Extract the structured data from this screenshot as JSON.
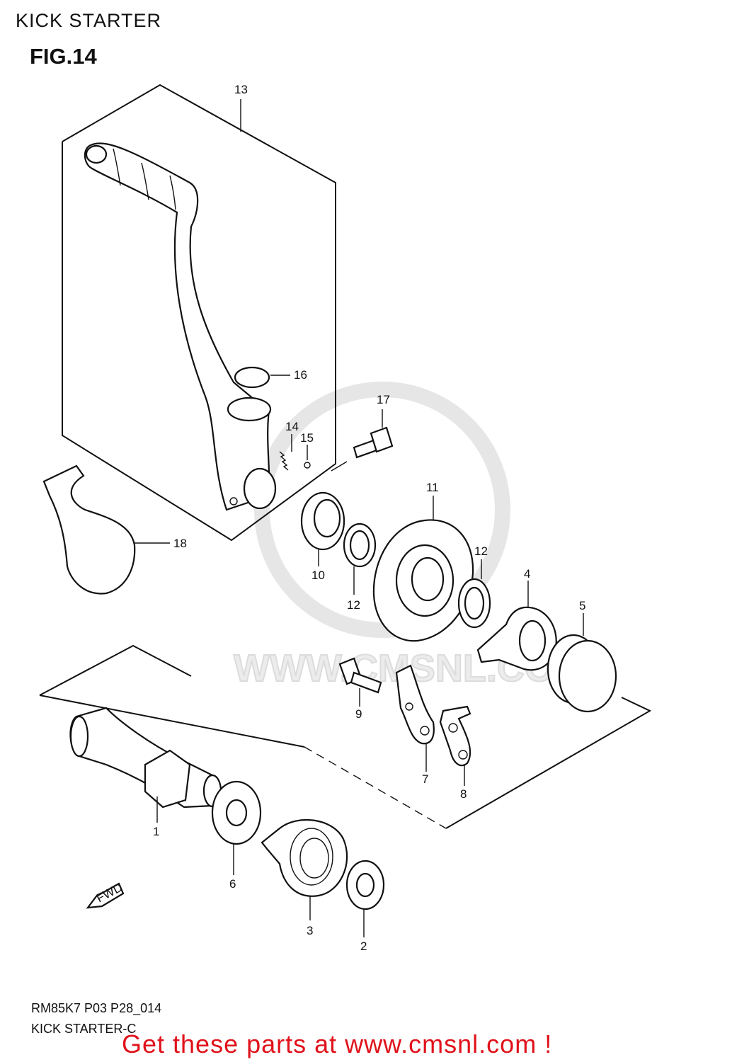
{
  "header": {
    "section_title": "KICK STARTER",
    "figure_label": "FIG.14"
  },
  "footer": {
    "code": "RM85K7 P03 P28_014",
    "subtitle": "KICK STARTER-C"
  },
  "cta": {
    "text": "Get these parts at www.cmsnl.com !"
  },
  "watermark": {
    "text": "WWW.CMSNL.COM"
  },
  "direction_marker": {
    "text": "FWD"
  },
  "callouts": {
    "p1": "1",
    "p2": "2",
    "p3": "3",
    "p4": "4",
    "p5": "5",
    "p6": "6",
    "p7": "7",
    "p8": "8",
    "p9": "9",
    "p10": "10",
    "p11": "11",
    "p12a": "12",
    "p12b": "12",
    "p13": "13",
    "p14": "14",
    "p15": "15",
    "p16": "16",
    "p17": "17",
    "p18": "18"
  }
}
